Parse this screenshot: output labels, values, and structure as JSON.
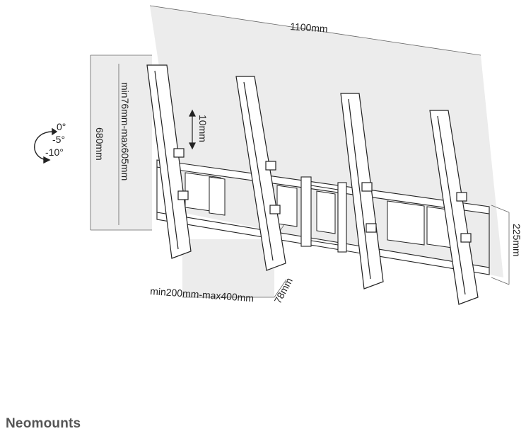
{
  "dimensions": {
    "width": "1100mm",
    "height": "680mm",
    "vesa_vertical": "min76mm-max605mm",
    "vesa_horizontal": "min200mm-max400mm",
    "depth": "78mm",
    "rail_height": "225mm",
    "adjust_step": "10mm"
  },
  "tilt": {
    "angle_0": "0°",
    "angle_1": "-5°",
    "angle_2": "-10°"
  },
  "brand": "Neomounts"
}
